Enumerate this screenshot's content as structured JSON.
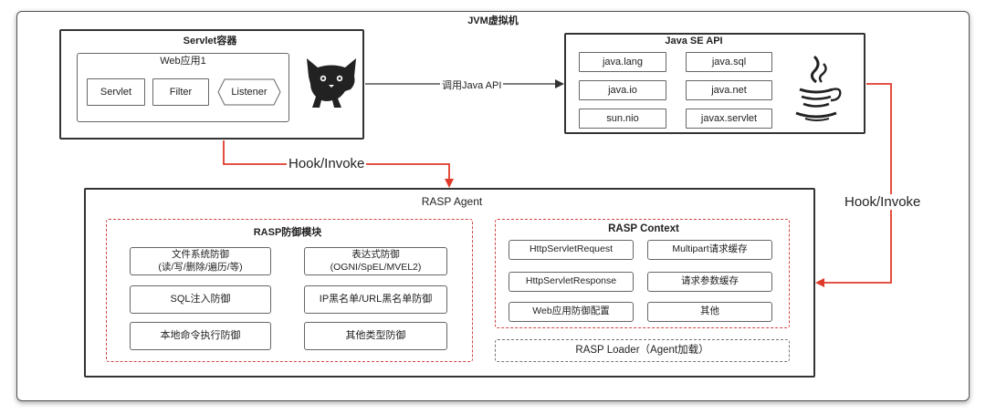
{
  "jvm": {
    "title": "JVM虚拟机"
  },
  "servlet_container": {
    "title": "Servlet容器",
    "webapp": {
      "title": "Web应用1",
      "items": [
        "Servlet",
        "Filter",
        "Listener"
      ]
    }
  },
  "java_se_api": {
    "title": "Java SE API",
    "packages": [
      "java.lang",
      "java.sql",
      "java.io",
      "java.net",
      "sun.nio",
      "javax.servlet"
    ]
  },
  "arrows": {
    "call_label": "调用Java API",
    "hook_left": "Hook/Invoke",
    "hook_right": "Hook/Invoke"
  },
  "rasp_agent": {
    "title": "RASP Agent",
    "defense": {
      "title": "RASP防御模块",
      "items": [
        "文件系统防御\n(读/写/删除/遍历/等)",
        "表达式防御\n(OGNI/SpEL/MVEL2)",
        "SQL注入防御",
        "IP黑名单/URL黑名单防御",
        "本地命令执行防御",
        "其他类型防御"
      ]
    },
    "context": {
      "title": "RASP Context",
      "items": [
        "HttpServletRequest",
        "Multipart请求缓存",
        "HttpServletResponse",
        "请求参数缓存",
        "Web应用防御配置",
        "其他"
      ]
    },
    "loader": "RASP Loader（Agent加载）"
  },
  "colors": {
    "arrow_red": "#e03a2a",
    "arrow_dark": "#333333",
    "dash_red": "#d04545"
  },
  "icons": [
    "tomcat-logo-icon",
    "java-logo-icon"
  ]
}
